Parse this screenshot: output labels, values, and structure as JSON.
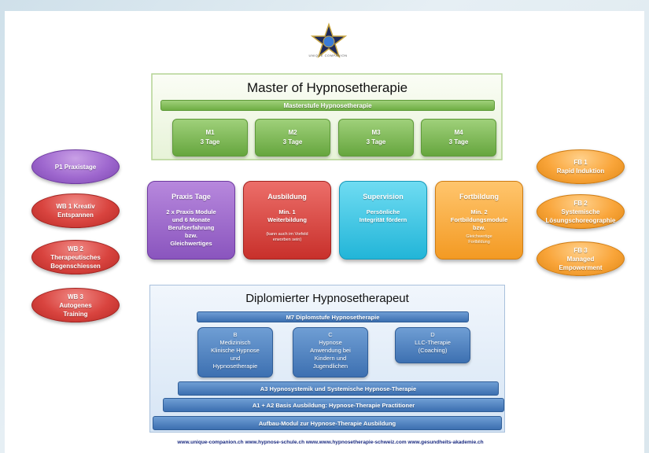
{
  "logo": {
    "text": "UNIQUE COMPANION"
  },
  "master": {
    "title": "Master of Hypnosetherapie",
    "bar": "Masterstufe Hypnosetherapie",
    "modules": [
      {
        "name": "M1",
        "days": "3 Tage"
      },
      {
        "name": "M2",
        "days": "3 Tage"
      },
      {
        "name": "M3",
        "days": "3 Tage"
      },
      {
        "name": "M4",
        "days": "3 Tage"
      }
    ]
  },
  "left_ellipses": [
    {
      "lines": [
        "P1 Praxistage"
      ]
    },
    {
      "lines": [
        "WB  1 Kreativ",
        "Entspannen"
      ]
    },
    {
      "lines": [
        "WB 2",
        "Therapeutisches",
        "Bogenschiessen"
      ]
    },
    {
      "lines": [
        "WB 3",
        "Autogenes",
        "Training"
      ]
    }
  ],
  "right_ellipses": [
    {
      "lines": [
        "FB 1",
        "Rapid Induktion"
      ]
    },
    {
      "lines": [
        "FB 2",
        "Systemische",
        "Lösungschoreographie"
      ]
    },
    {
      "lines": [
        "FB 3",
        "Managed",
        "Empowerment"
      ]
    }
  ],
  "boxes": {
    "praxis": {
      "title": "Praxis Tage",
      "lines": [
        "2 x Praxis Module",
        "und 6 Monate",
        "Berufserfahrung",
        "bzw.",
        "Gleichwertiges"
      ]
    },
    "ausbildung": {
      "title": "Ausbildung",
      "lines": [
        "Min. 1",
        "Weiterbildung"
      ],
      "small": [
        "(kann auch im Vorfeld",
        "erworben sein)"
      ]
    },
    "supervision": {
      "title": "Supervision",
      "lines": [
        "Persönliche",
        "Integrität fördern"
      ]
    },
    "fortbildung": {
      "title": "Fortbildung",
      "lines": [
        "Min. 2",
        "Fortbildungsmodule",
        "bzw."
      ],
      "small": [
        "Gleichwertige",
        "Fortbildung"
      ]
    }
  },
  "diploma": {
    "title": "Diplomierter Hypnosetherapeut",
    "m7": "M7 Diplomstufe Hypnosetherapie",
    "b": {
      "lines": [
        "B",
        "Medizinisch",
        "Klinische Hypnose",
        "und",
        "Hypnosetherapie"
      ]
    },
    "c": {
      "lines": [
        "C",
        "Hypnose",
        "Anwendung bei",
        "Kindern und",
        "Jugendlichen"
      ]
    },
    "d": {
      "lines": [
        "D",
        "LLC-Therapie",
        "(Coaching)"
      ]
    },
    "a3": "A3  Hypnosystemik und Systemische Hypnose-Therapie",
    "a1a2": "A1 + A2  Basis Ausbildung: Hypnose-Therapie Practitioner",
    "aufbau": "Aufbau-Modul zur Hypnose-Therapie Ausbildung"
  },
  "footer": "www.unique-companion.ch   www.hypnose-schule.ch   www.www.hypnosetherapie-schweiz.com   www.gesundheits-akademie.ch",
  "colors": {
    "green": "#6fae44",
    "purple": "#9f68cf",
    "red": "#d9443f",
    "cyan": "#22b5d8",
    "orange": "#f9a53a",
    "blue": "#3c6fb0"
  }
}
